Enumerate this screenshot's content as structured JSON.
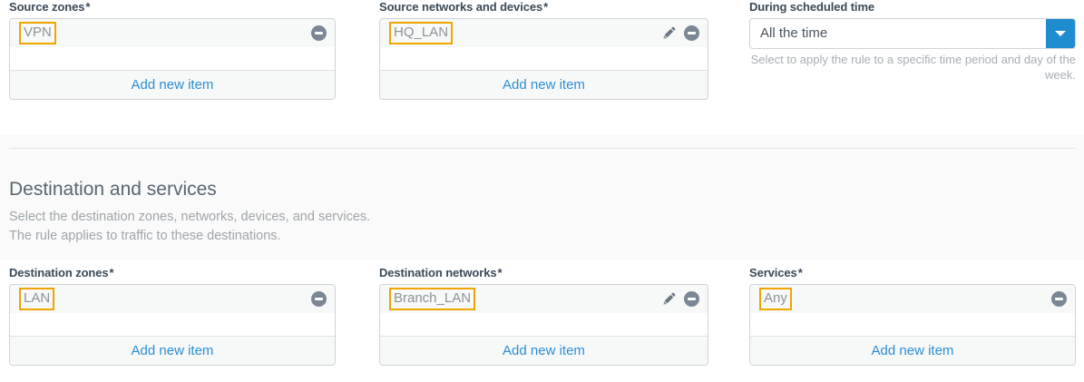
{
  "source_section": {
    "fields": [
      {
        "label": "Source zones",
        "required_marker": "*",
        "items": [
          {
            "value": "VPN",
            "has_edit": false,
            "has_remove": true
          }
        ],
        "add_label": "Add new item"
      },
      {
        "label": "Source networks and devices",
        "required_marker": "*",
        "items": [
          {
            "value": "HQ_LAN",
            "has_edit": true,
            "has_remove": true
          }
        ],
        "add_label": "Add new item"
      }
    ],
    "schedule": {
      "label": "During scheduled time",
      "required_marker": "",
      "selected": "All the time",
      "hint": "Select to apply the rule to a specific time period and day of the week."
    }
  },
  "destination_section": {
    "title": "Destination and services",
    "description_line_1": "Select the destination zones, networks, devices, and services.",
    "description_line_2": "The rule applies to traffic to these destinations.",
    "fields": [
      {
        "label": "Destination zones",
        "required_marker": "*",
        "items": [
          {
            "value": "LAN",
            "has_edit": false,
            "has_remove": true
          }
        ],
        "add_label": "Add new item"
      },
      {
        "label": "Destination networks",
        "required_marker": "*",
        "items": [
          {
            "value": "Branch_LAN",
            "has_edit": true,
            "has_remove": true
          }
        ],
        "add_label": "Add new item"
      },
      {
        "label": "Services",
        "required_marker": "*",
        "items": [
          {
            "value": "Any",
            "has_edit": false,
            "has_remove": true
          }
        ],
        "add_label": "Add new item"
      }
    ]
  },
  "icons": {
    "edit": "pencil-icon",
    "remove": "circle-minus-icon",
    "dropdown": "chevron-down-icon"
  },
  "colors": {
    "link": "#2b8fd4",
    "accent_dropdown": "#1f8cd0",
    "highlight_outline": "#f0a500",
    "label": "#3a4a58",
    "muted": "#9fa6ab"
  }
}
